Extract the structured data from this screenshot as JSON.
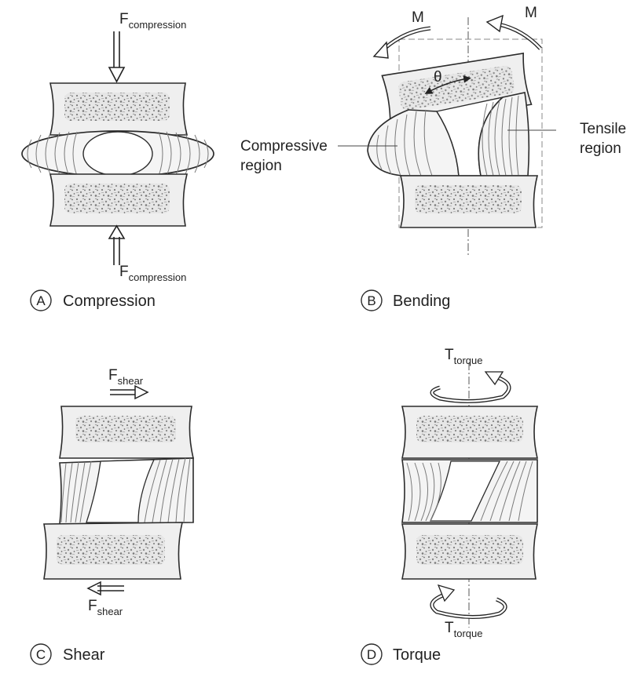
{
  "panels": {
    "compression": {
      "letter": "A",
      "caption": "Compression",
      "force_main": "F",
      "force_sub": "compression"
    },
    "bending": {
      "letter": "B",
      "caption": "Bending",
      "moment_left": "M",
      "moment_right": "M",
      "angle": "θ",
      "compressive_line1": "Compressive",
      "compressive_line2": "region",
      "tensile_line1": "Tensile",
      "tensile_line2": "region"
    },
    "shear": {
      "letter": "C",
      "caption": "Shear",
      "force_main": "F",
      "force_sub": "shear"
    },
    "torque": {
      "letter": "D",
      "caption": "Torque",
      "torque_main": "T",
      "torque_sub": "torque"
    }
  },
  "colors": {
    "outline": "#2b2b2b",
    "bone_fill": "#efefef",
    "fiber": "#7a7a7a",
    "disc_fill": "#d9d9d9"
  }
}
